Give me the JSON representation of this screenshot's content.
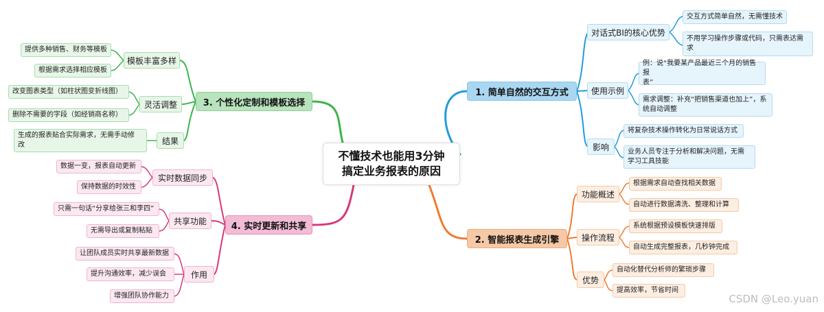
{
  "central": {
    "line1": "不懂技术也能用3分钟",
    "line2": "搞定业务报表的原因"
  },
  "colors": {
    "blue": "#1f9bdc",
    "orange": "#ef7a2e",
    "green": "#3ab54a",
    "pink": "#d9367a"
  },
  "b1": {
    "title": "1. 简单自然的交互方式",
    "s1": {
      "label": "对话式BI的核心优势",
      "l1": "交互方式简单自然，无需懂技术",
      "l2a": "不用学习操作步骤或代码，只需表达需",
      "l2b": "求"
    },
    "s2": {
      "label": "使用示例",
      "l1a": "例：说“我要某产品最近三个月的销售报",
      "l1b": "表”",
      "l2a": "需求调整：补充“把销售渠道也加上”，系",
      "l2b": "统自动调整"
    },
    "s3": {
      "label": "影响",
      "l1": "将复杂技术操作转化为日常说话方式",
      "l2a": "业务人员专注于分析和解决问题，无需",
      "l2b": "学习工具技能"
    }
  },
  "b2": {
    "title": "2. 智能报表生成引擎",
    "s1": {
      "label": "功能概述",
      "l1": "根据需求自动查找相关数据",
      "l2": "自动进行数据清洗、整理和计算"
    },
    "s2": {
      "label": "操作流程",
      "l1": "系统根据预设模板快速排版",
      "l2": "自动生成完整报表，几秒钟完成"
    },
    "s3": {
      "label": "优势",
      "l1": "自动化替代分析师的繁琐步骤",
      "l2": "提高效率，节省时间"
    }
  },
  "b3": {
    "title": "3. 个性化定制和模板选择",
    "s1": {
      "label": "模板丰富多样",
      "l1": "提供多种销售、财务等模板",
      "l2": "根据需求选择相应模板"
    },
    "s2": {
      "label": "灵活调整",
      "l1": "改变图表类型（如柱状图变折线图）",
      "l2": "删除不需要的字段（如经销商名称）"
    },
    "s3": {
      "label": "结果",
      "l1a": "生成的报表贴合实际需求，无需手动修",
      "l1b": "改"
    }
  },
  "b4": {
    "title": "4. 实时更新和共享",
    "s1": {
      "label": "实时数据同步",
      "l1": "数据一变，报表自动更新",
      "l2": "保持数据的时效性"
    },
    "s2": {
      "label": "共享功能",
      "l1": "只需一句话“分享给张三和李四”",
      "l2": "无需导出或复制粘贴"
    },
    "s3": {
      "label": "作用",
      "l1": "让团队成员实时共享最新数据",
      "l2": "提升沟通效率，减少误会",
      "l3": "增强团队协作能力"
    }
  },
  "watermark": "CSDN @Leo.yuan"
}
